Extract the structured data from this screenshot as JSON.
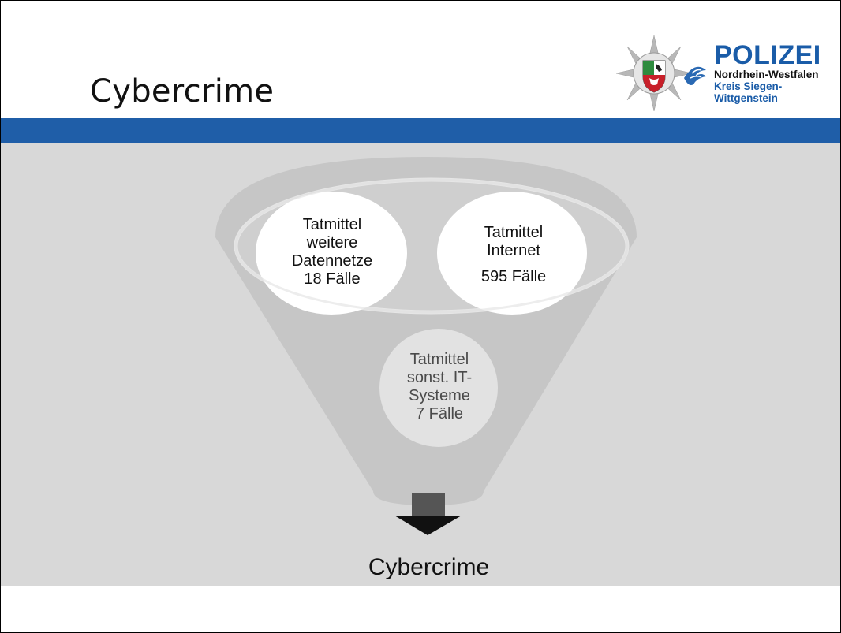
{
  "slide": {
    "title": "Cybercrime"
  },
  "logo": {
    "name": "POLIZEI",
    "line1": "Nordrhein-Westfalen",
    "line2": "Kreis Siegen-",
    "line3": "Wittgenstein",
    "brand_color": "#1a5ca8",
    "icon": "police-star-icon"
  },
  "funnel": {
    "inputs": [
      {
        "lines": [
          "Tatmittel",
          "weitere",
          "Datennetze",
          "18 Fälle"
        ]
      },
      {
        "lines": [
          "Tatmittel",
          "Internet",
          "",
          "595 Fälle"
        ]
      },
      {
        "lines": [
          "Tatmittel",
          "sonst. IT-",
          "Systeme",
          "7 Fälle"
        ]
      }
    ],
    "output_label": "Cybercrime"
  },
  "colors": {
    "band": "#1f5ea8",
    "background": "#d8d8d8"
  }
}
